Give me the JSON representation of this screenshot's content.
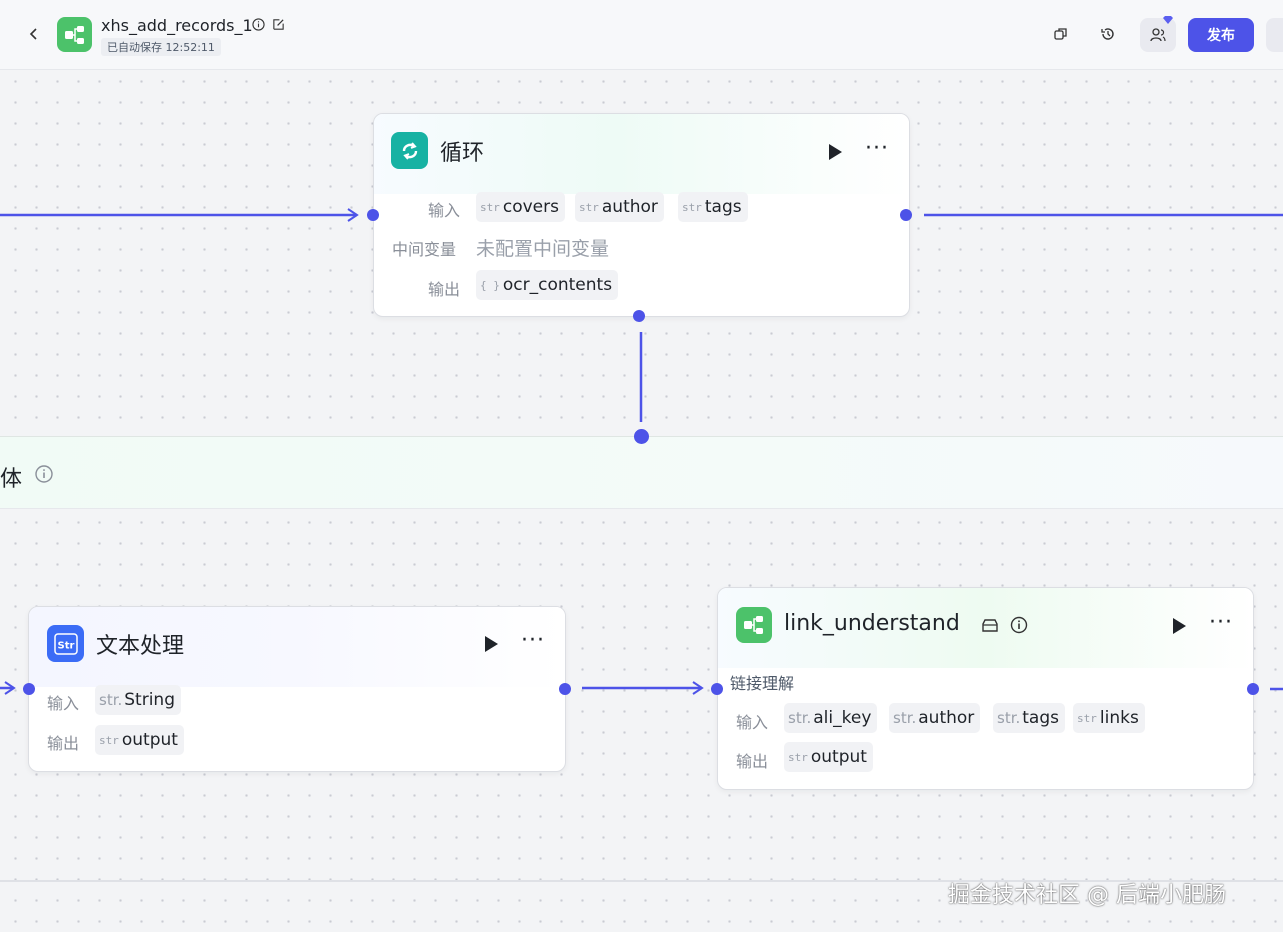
{
  "header": {
    "title": "xhs_add_records_1",
    "save_status": "已自动保存 12:52:11",
    "publish_label": "发布",
    "accent_color": "#4d53e8"
  },
  "loop_node": {
    "title": "循环",
    "input_label": "输入",
    "inputs": [
      {
        "type": "str",
        "name": "covers"
      },
      {
        "type": "str",
        "name": "author"
      },
      {
        "type": "str",
        "name": "tags"
      }
    ],
    "var_label": "中间变量",
    "var_placeholder": "未配置中间变量",
    "output_label": "输出",
    "outputs": [
      {
        "type": "{ }",
        "name": "ocr_contents"
      }
    ]
  },
  "loop_body": {
    "title": "体"
  },
  "text_node": {
    "title": "文本处理",
    "input_label": "输入",
    "inputs": [
      {
        "type": "str.",
        "name": "String"
      }
    ],
    "output_label": "输出",
    "outputs": [
      {
        "type": "str",
        "name": "output"
      }
    ]
  },
  "link_node": {
    "title": "link_understand",
    "description": "链接理解",
    "input_label": "输入",
    "inputs": [
      {
        "type": "str.",
        "name": "ali_key"
      },
      {
        "type": "str.",
        "name": "author"
      },
      {
        "type": "str.",
        "name": "tags"
      },
      {
        "type": "str",
        "name": "links"
      }
    ],
    "output_label": "输出",
    "outputs": [
      {
        "type": "str",
        "name": "output"
      }
    ]
  },
  "watermark": "掘金技术社区 @ 后端小肥肠"
}
